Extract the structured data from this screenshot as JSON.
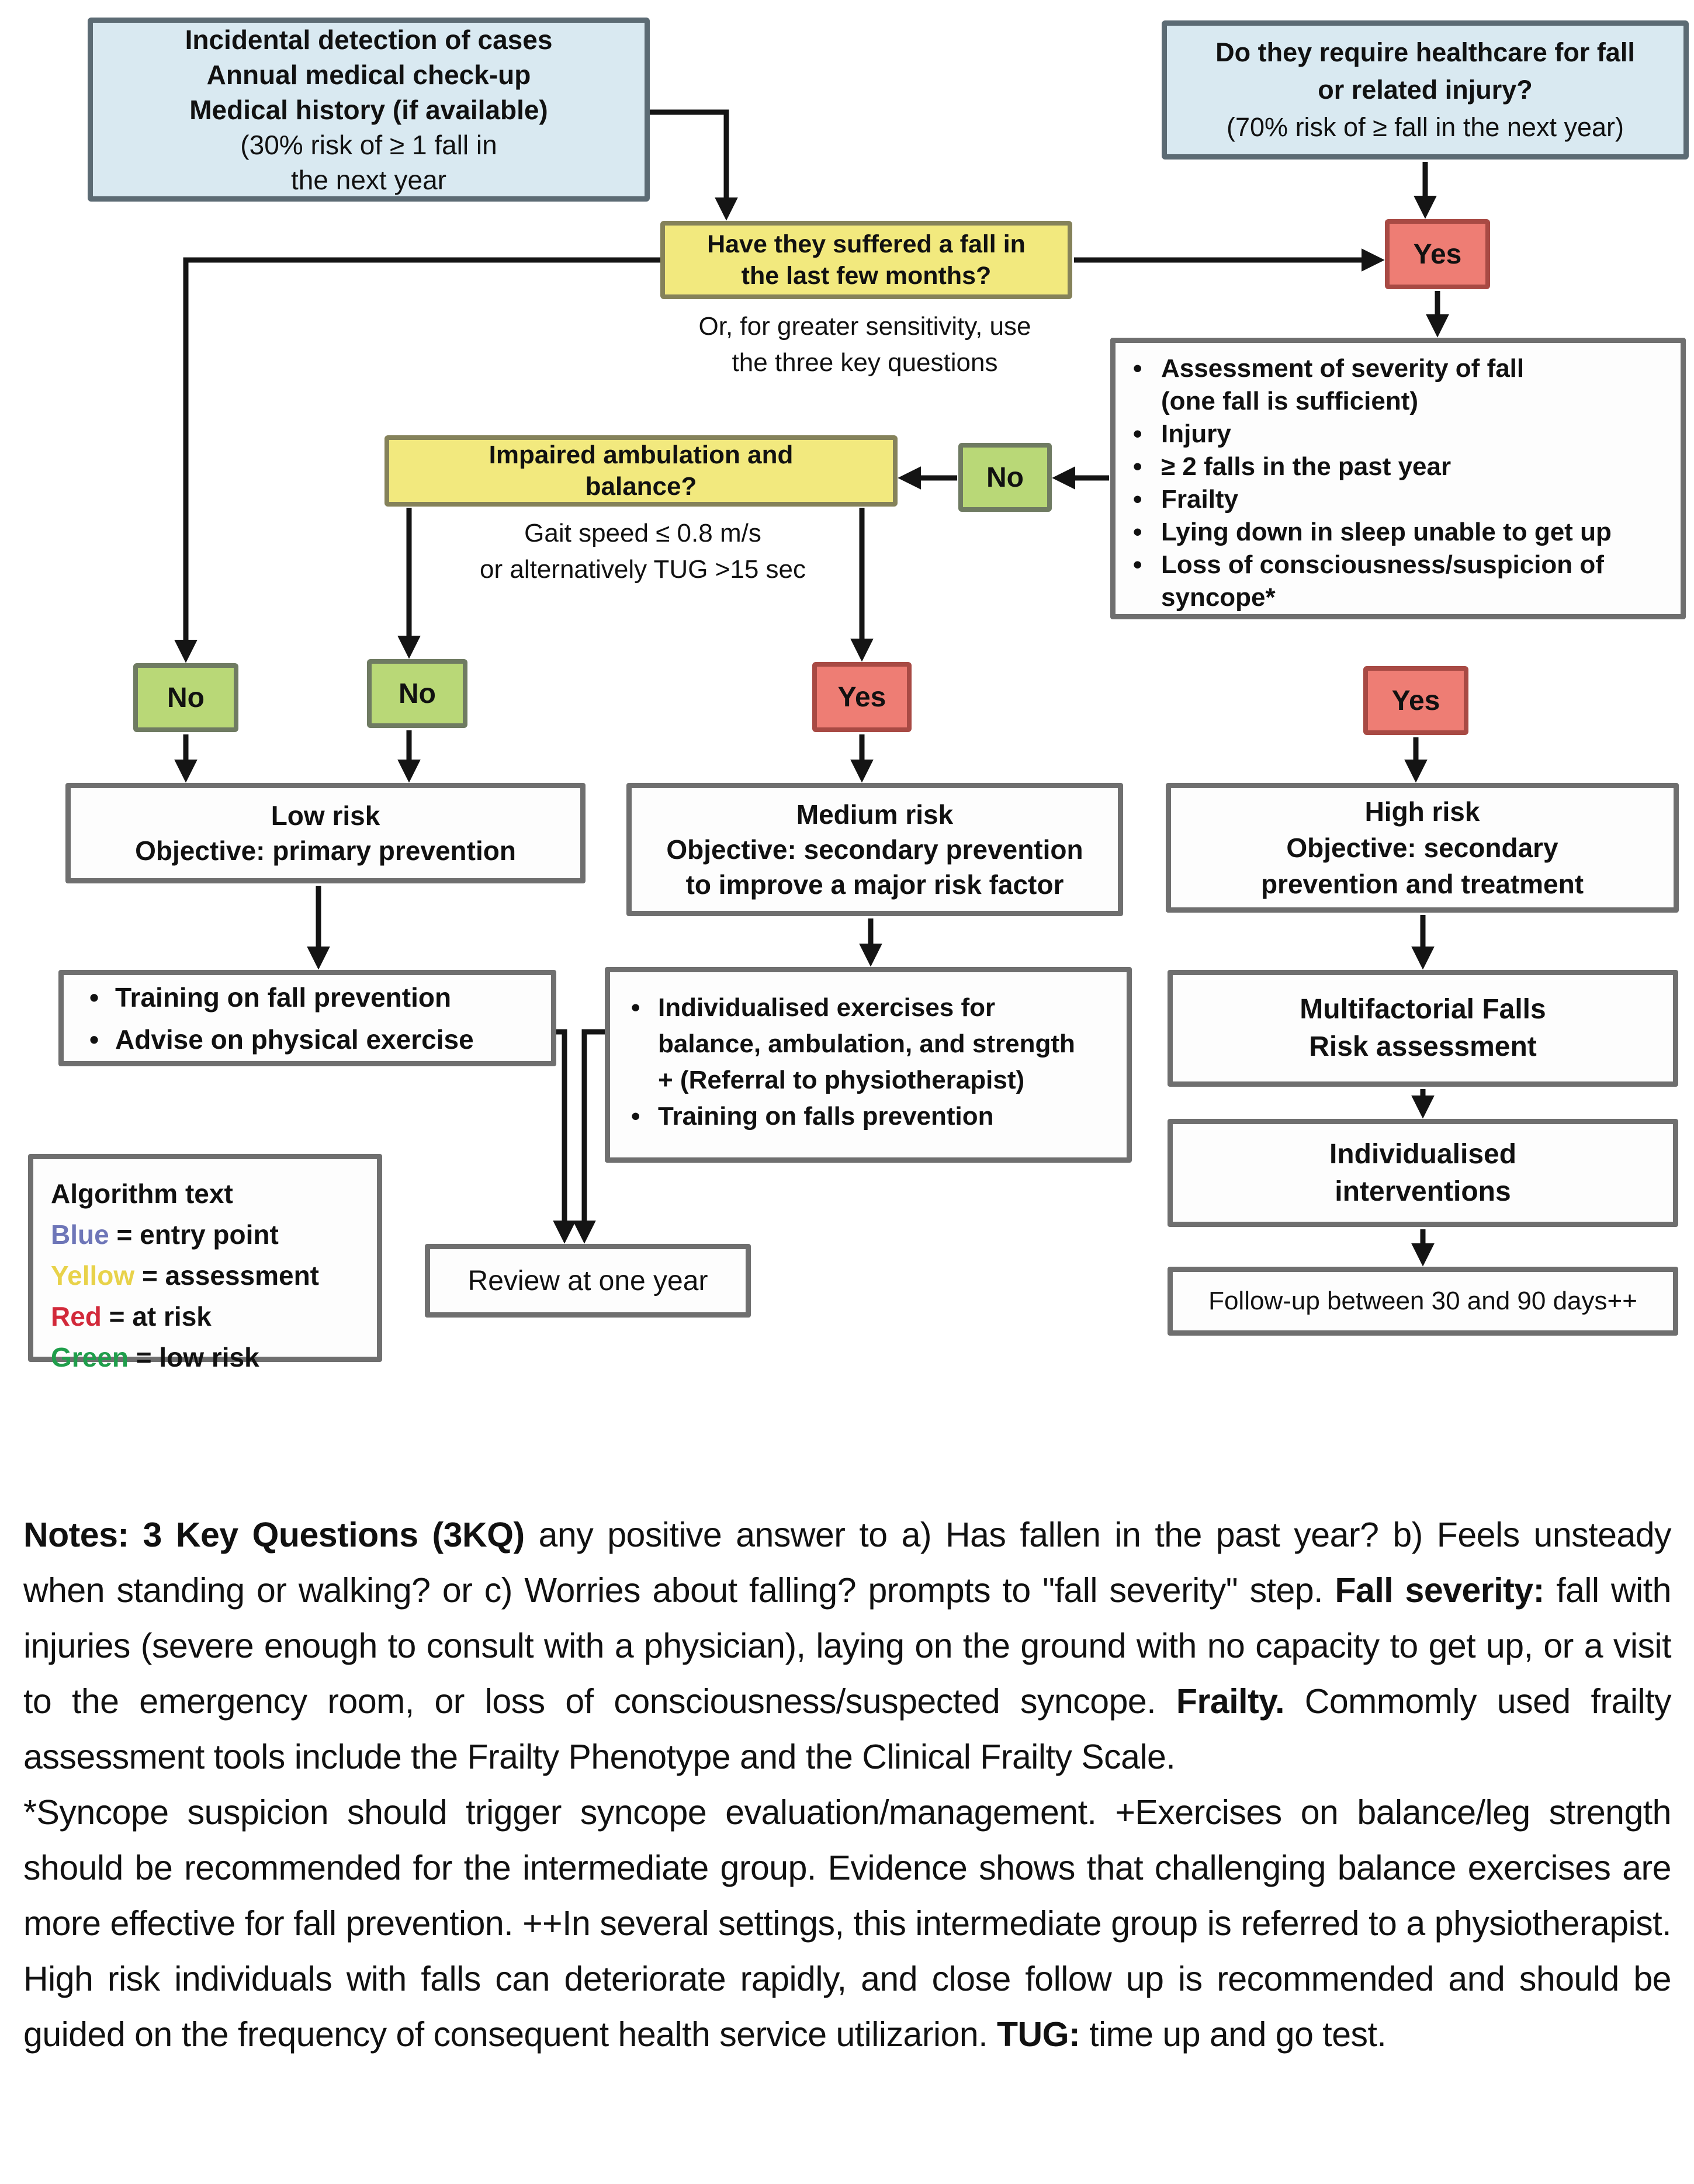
{
  "colors": {
    "entry-fill": "#d9e9f1",
    "entry-border": "#5c6b74",
    "assess-fill": "#f2e97e",
    "assess-border": "#85825a",
    "green-fill": "#b9d877",
    "green-border": "#6f7b62",
    "red-fill": "#ee7d74",
    "red-border": "#a84a44",
    "white-fill": "#fdfdfd",
    "white-border": "#6f6f6f",
    "arrow": "#141414",
    "legend-blue": "#6e76b8",
    "legend-yellow": "#e8d24a",
    "legend-red": "#d2293a",
    "legend-green": "#1f9e4b"
  },
  "entry_left": {
    "line1": "Incidental detection of cases",
    "line2": "Annual medical check-up",
    "line3": "Medical history (if available)",
    "line4": "(30% risk of ≥ 1 fall in",
    "line5": "the next year"
  },
  "entry_right": {
    "line1": "Do they require healthcare for fall",
    "line2": "or related injury?",
    "line3": "(70% risk of ≥ fall in the next year)"
  },
  "q_fall": {
    "line1": "Have they suffered a fall in",
    "line2": "the last few months?"
  },
  "sensitivity_note": {
    "line1": "Or, for greater sensitivity, use",
    "line2": "the three key questions"
  },
  "decisions": {
    "yes_top": "Yes",
    "no_assessment": "No",
    "no_left": "No",
    "no_mid": "No",
    "yes_mid": "Yes",
    "yes_right": "Yes"
  },
  "assessment": {
    "bullets": [
      {
        "l1": "Assessment of severity of fall",
        "l2": "(one fall is sufficient)"
      },
      {
        "l1": "Injury"
      },
      {
        "l1": "≥ 2 falls in the past year"
      },
      {
        "l1": "Frailty"
      },
      {
        "l1": "Lying down in sleep unable to get up"
      },
      {
        "l1": "Loss of consciousness/suspicion of",
        "l2": "syncope*"
      }
    ]
  },
  "q_ambulation": {
    "line1": "Impaired ambulation and",
    "line2": "balance?"
  },
  "gait_note": {
    "line1": "Gait speed ≤ 0.8 m/s",
    "line2": "or alternatively TUG >15 sec"
  },
  "low_risk": {
    "line1": "Low risk",
    "line2": "Objective: primary prevention"
  },
  "medium_risk": {
    "line1": "Medium risk",
    "line2": "Objective: secondary prevention",
    "line3": "to improve a major risk factor"
  },
  "high_risk": {
    "line1": "High risk",
    "line2": "Objective: secondary",
    "line3": "prevention and treatment"
  },
  "training": {
    "bullets": [
      {
        "l1": "Training on fall prevention"
      },
      {
        "l1": "Advise on physical exercise"
      }
    ]
  },
  "individualised_exercises": {
    "bullets": [
      {
        "l1": "Individualised exercises for",
        "l2": "balance, ambulation, and strength",
        "l3": "+ (Referral to physiotherapist)"
      },
      {
        "l1": "Training on falls prevention"
      }
    ]
  },
  "multifactorial": {
    "line1": "Multifactorial Falls",
    "line2": "Risk assessment"
  },
  "interventions": {
    "line1": "Individualised",
    "line2": "interventions"
  },
  "followup": {
    "label": "Follow-up between 30 and 90 days++"
  },
  "review": {
    "label": "Review at one year"
  },
  "legend": {
    "title": "Algorithm text",
    "items": [
      {
        "color_word": "Blue",
        "rest": " = entry point"
      },
      {
        "color_word": "Yellow",
        "rest": " = assessment"
      },
      {
        "color_word": "Red",
        "rest": " = at risk"
      },
      {
        "color_word": "Green",
        "rest": " = low risk"
      }
    ]
  },
  "notes": {
    "para1": [
      {
        "bold": true,
        "text": "Notes: 3 Key Questions (3KQ)"
      },
      {
        "bold": false,
        "text": " any positive answer to a) Has fallen in the past year? b) Feels unsteady when standing or walking? or c) Worries about falling? prompts to \"fall severity\" step. "
      },
      {
        "bold": true,
        "text": "Fall severity:"
      },
      {
        "bold": false,
        "text": " fall with injuries (severe enough to consult with a physician), laying on the ground with no capacity to get up, or a visit to the emergency room, or loss of consciousness/suspected syncope. "
      },
      {
        "bold": true,
        "text": "Frailty."
      },
      {
        "bold": false,
        "text": " Commomly used frailty assessment tools include the Frailty Phenotype and the Clinical Frailty Scale."
      }
    ],
    "para2": [
      {
        "bold": false,
        "text": "*Syncope suspicion should trigger syncope evaluation/management. +Exercises on balance/leg strength should be recommended for the intermediate group. Evidence shows that challenging balance exercises are more effective for fall prevention. ++In several settings, this intermediate group is referred to a physiotherapist. High risk individuals with falls can deteriorate rapidly, and close follow up is recommended and should be guided on the frequency of consequent health service utilizarion. "
      },
      {
        "bold": true,
        "text": "TUG:"
      },
      {
        "bold": false,
        "text": " time up and go test."
      }
    ]
  }
}
